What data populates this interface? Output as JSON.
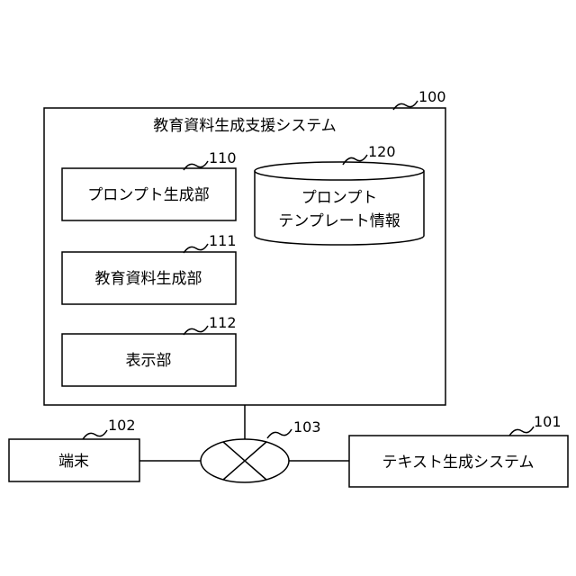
{
  "system": {
    "title": "教育資料生成支援システム",
    "ref": "100",
    "modules": [
      {
        "label": "プロンプト生成部",
        "ref": "110"
      },
      {
        "label": "教育資料生成部",
        "ref": "111"
      },
      {
        "label": "表示部",
        "ref": "112"
      }
    ],
    "database": {
      "line1": "プロンプト",
      "line2": "テンプレート情報",
      "ref": "120"
    }
  },
  "terminal": {
    "label": "端末",
    "ref": "102"
  },
  "network": {
    "ref": "103"
  },
  "text_generation": {
    "label": "テキスト生成システム",
    "ref": "101"
  }
}
